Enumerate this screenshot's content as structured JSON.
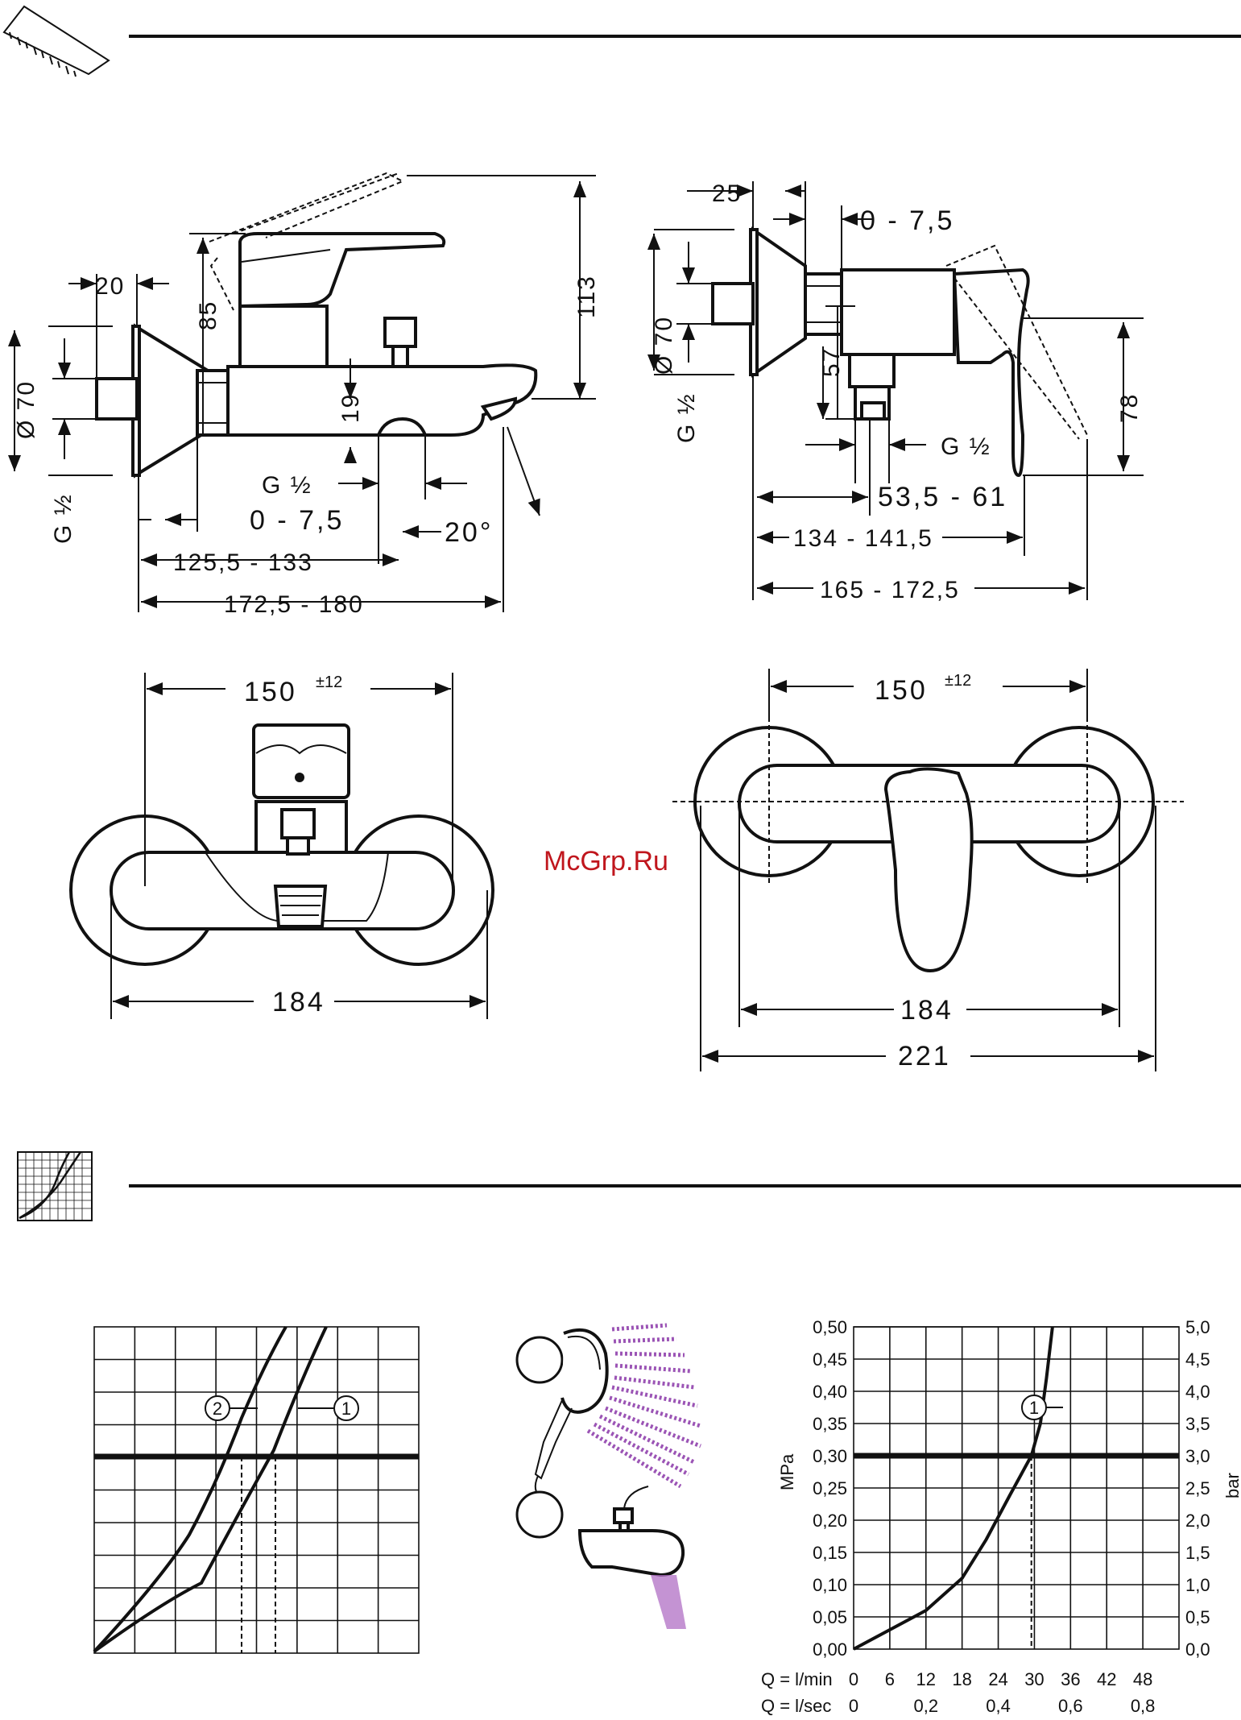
{
  "watermark": "McGrp.Ru",
  "dims": {
    "bath_20": "20",
    "bath_85": "85",
    "bath_113": "113",
    "bath_dia70": "Ø 70",
    "bath_g_half_left": "G ½",
    "bath_19": "19",
    "bath_g_half_outlet": "G ½",
    "bath_0_75": "0 - 7,5",
    "bath_angle": "20°",
    "bath_1255_133": "125,5 - 133",
    "bath_1725_180": "172,5 - 180",
    "shower_25": "25",
    "shower_0_75": "0 - 7,5",
    "shower_dia70": "Ø 70",
    "shower_g_half_left": "G ½",
    "shower_57": "57",
    "shower_g_half_outlet": "G ½",
    "shower_78": "78",
    "shower_535_61": "53,5 - 61",
    "shower_134_1415": "134 - 141,5",
    "shower_165_1725": "165 - 172,5",
    "bath_150": "150",
    "shower_150": "150",
    "tolerance": "±12",
    "bath_184": "184",
    "shower_184": "184",
    "shower_221": "221"
  },
  "flow_left": {
    "curve1_label": "1",
    "curve2_label": "2"
  },
  "flow_right": {
    "curve1_label": "1",
    "ylabel_left": "MPa",
    "ylabel_right": "bar",
    "xlabel_lmin": "Q = l/min",
    "xlabel_lsec": "Q = l/sec"
  },
  "chart_data": [
    {
      "type": "line",
      "series": [
        {
          "name": "1",
          "x": [
            0,
            12,
            18,
            24,
            30,
            36
          ],
          "y": [
            0,
            0.08,
            0.2,
            0.3,
            0.42,
            0.5
          ]
        },
        {
          "name": "2",
          "x": [
            0,
            12,
            18,
            24,
            30
          ],
          "y": [
            0,
            0.12,
            0.27,
            0.38,
            0.5
          ]
        }
      ],
      "xlabel": "",
      "ylabel": ""
    },
    {
      "type": "line",
      "xlabel": "Q = l/min",
      "ylabel": "MPa",
      "ylabel_right": "bar",
      "x_ticks_lmin": [
        "0",
        "6",
        "12",
        "18",
        "24",
        "30",
        "36",
        "42",
        "48"
      ],
      "x_ticks_lsec": [
        "0",
        "0,2",
        "0,4",
        "0,6",
        "0,8"
      ],
      "y_ticks_mpa": [
        "0,00",
        "0,05",
        "0,10",
        "0,15",
        "0,20",
        "0,25",
        "0,30",
        "0,35",
        "0,40",
        "0,45",
        "0,50"
      ],
      "y_ticks_bar": [
        "0,0",
        "0,5",
        "1,0",
        "1,5",
        "2,0",
        "2,5",
        "3,0",
        "3,5",
        "4,0",
        "4,5",
        "5,0"
      ],
      "xlim": [
        0,
        54
      ],
      "ylim": [
        0,
        0.5
      ],
      "series": [
        {
          "name": "1",
          "x": [
            0,
            6,
            12,
            18,
            22,
            26,
            29.5,
            31,
            32,
            33
          ],
          "y": [
            0,
            0.03,
            0.06,
            0.11,
            0.17,
            0.24,
            0.3,
            0.35,
            0.42,
            0.5
          ]
        }
      ]
    }
  ]
}
